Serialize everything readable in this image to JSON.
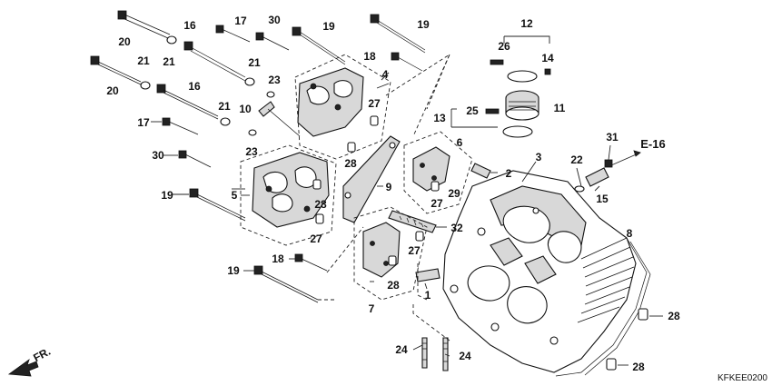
{
  "diagram": {
    "callouts": [
      {
        "id": "c20a",
        "text": "20",
        "role": "bolt"
      },
      {
        "id": "c21a",
        "text": "21",
        "role": "washer"
      },
      {
        "id": "c16a",
        "text": "16",
        "role": "bolt"
      },
      {
        "id": "c17a",
        "text": "17",
        "role": "bolt"
      },
      {
        "id": "c30a",
        "text": "30",
        "role": "bolt"
      },
      {
        "id": "c19a",
        "text": "19",
        "role": "bolt"
      },
      {
        "id": "c19b",
        "text": "19",
        "role": "bolt"
      },
      {
        "id": "c12",
        "text": "12",
        "role": "assembly"
      },
      {
        "id": "c26",
        "text": "26",
        "role": "screw"
      },
      {
        "id": "c14",
        "text": "14",
        "role": "nut"
      },
      {
        "id": "c20b",
        "text": "20",
        "role": "bolt"
      },
      {
        "id": "c21b",
        "text": "21",
        "role": "washer"
      },
      {
        "id": "c21c",
        "text": "21",
        "role": "washer"
      },
      {
        "id": "c18a",
        "text": "18",
        "role": "bolt"
      },
      {
        "id": "c4",
        "text": "4",
        "role": "holder"
      },
      {
        "id": "c23a",
        "text": "23",
        "role": "pipe"
      },
      {
        "id": "c16b",
        "text": "16",
        "role": "bolt"
      },
      {
        "id": "c10",
        "text": "10",
        "role": "pipe"
      },
      {
        "id": "c21d",
        "text": "21",
        "role": "washer"
      },
      {
        "id": "c27a",
        "text": "27",
        "role": "pin"
      },
      {
        "id": "c11",
        "text": "11",
        "role": "insulator"
      },
      {
        "id": "c13",
        "text": "13",
        "role": "band"
      },
      {
        "id": "c25",
        "text": "25",
        "role": "screw"
      },
      {
        "id": "c17b",
        "text": "17",
        "role": "bolt"
      },
      {
        "id": "c23b",
        "text": "23",
        "role": "o-ring"
      },
      {
        "id": "c6",
        "text": "6",
        "role": "holder"
      },
      {
        "id": "c3",
        "text": "3",
        "role": "cylinder-head"
      },
      {
        "id": "c31",
        "text": "31",
        "role": "screw"
      },
      {
        "id": "c28a",
        "text": "28",
        "role": "pin"
      },
      {
        "id": "c2",
        "text": "2",
        "role": "guide"
      },
      {
        "id": "c22",
        "text": "22",
        "role": "o-ring"
      },
      {
        "id": "c30b",
        "text": "30",
        "role": "bolt"
      },
      {
        "id": "c15",
        "text": "15",
        "role": "joint"
      },
      {
        "id": "c9",
        "text": "9",
        "role": "guide"
      },
      {
        "id": "c27b",
        "text": "27",
        "role": "pin"
      },
      {
        "id": "c29",
        "text": "29",
        "role": "seal"
      },
      {
        "id": "c5",
        "text": "5",
        "role": "holder"
      },
      {
        "id": "c19c",
        "text": "19",
        "role": "bolt"
      },
      {
        "id": "c28b",
        "text": "28",
        "role": "pin"
      },
      {
        "id": "c32",
        "text": "32",
        "role": "spark-plug"
      },
      {
        "id": "c27c",
        "text": "27",
        "role": "pin"
      },
      {
        "id": "c8",
        "text": "8",
        "role": "gasket"
      },
      {
        "id": "c27d",
        "text": "27",
        "role": "pin"
      },
      {
        "id": "c18b",
        "text": "18",
        "role": "bolt"
      },
      {
        "id": "c19d",
        "text": "19",
        "role": "bolt"
      },
      {
        "id": "c28c",
        "text": "28",
        "role": "pin"
      },
      {
        "id": "c1",
        "text": "1",
        "role": "guide"
      },
      {
        "id": "c7",
        "text": "7",
        "role": "holder"
      },
      {
        "id": "c28d",
        "text": "28",
        "role": "pin"
      },
      {
        "id": "c24a",
        "text": "24",
        "role": "stud"
      },
      {
        "id": "c24b",
        "text": "24",
        "role": "stud"
      },
      {
        "id": "c28e",
        "text": "28",
        "role": "pin"
      }
    ],
    "reference": "E-16",
    "direction_label": "FR.",
    "diagram_code": "KFKEE0200"
  }
}
